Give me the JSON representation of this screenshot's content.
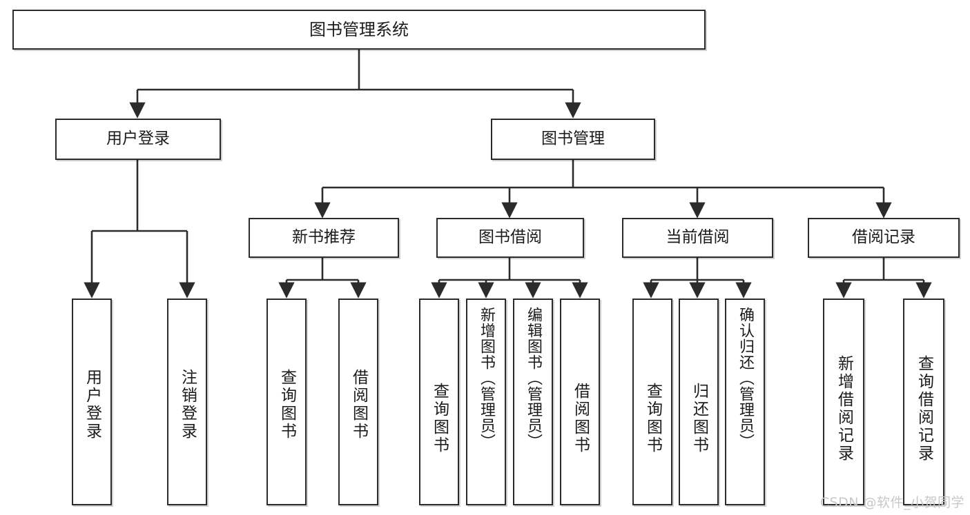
{
  "diagram": {
    "title": "图书管理系统",
    "type": "tree",
    "root": {
      "label": "图书管理系统"
    },
    "level1": [
      {
        "label": "用户登录"
      },
      {
        "label": "图书管理"
      }
    ],
    "level2": [
      {
        "label": "新书推荐"
      },
      {
        "label": "图书借阅"
      },
      {
        "label": "当前借阅"
      },
      {
        "label": "借阅记录"
      }
    ],
    "leaves": {
      "user_login": [
        {
          "label": "用户登录"
        },
        {
          "label": "注销登录"
        }
      ],
      "new_book_recommend": [
        {
          "label": "查询图书"
        },
        {
          "label": "借阅图书"
        }
      ],
      "book_borrow": [
        {
          "label": "查询图书"
        },
        {
          "label": "新增图书（管理员）"
        },
        {
          "label": "编辑图书（管理员）"
        },
        {
          "label": "借阅图书"
        }
      ],
      "current_borrow": [
        {
          "label": "查询图书"
        },
        {
          "label": "归还图书"
        },
        {
          "label": "确认归还（管理员）"
        }
      ],
      "borrow_record": [
        {
          "label": "新增借阅记录"
        },
        {
          "label": "查询借阅记录"
        }
      ]
    }
  },
  "watermark": {
    "text": "CSDN @软件_小贺同学"
  },
  "colors": {
    "border": "#2b2b2b",
    "text": "#1b1b1b",
    "background": "#ffffff",
    "watermark": "#c8c8c8"
  }
}
